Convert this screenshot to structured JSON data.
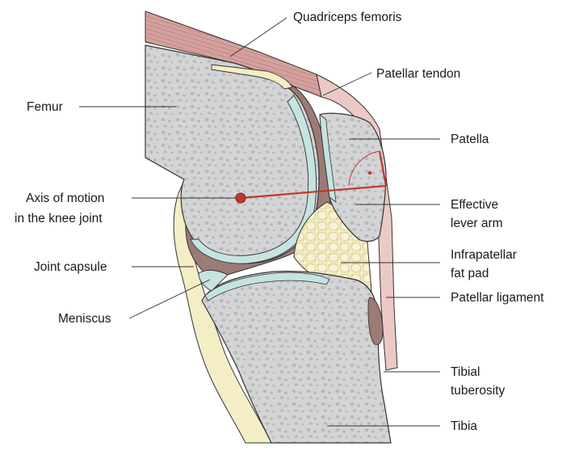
{
  "labels": {
    "quadriceps": "Quadriceps femoris",
    "patellar_tendon": "Patellar tendon",
    "femur": "Femur",
    "patella": "Patella",
    "axis_line1": "Axis of motion",
    "axis_line2": "in the knee joint",
    "lever_line1": "Effective",
    "lever_line2": "lever arm",
    "fat_pad_line1": "Infrapatellar",
    "fat_pad_line2": "fat pad",
    "joint_capsule": "Joint capsule",
    "patellar_ligament": "Patellar ligament",
    "meniscus": "Meniscus",
    "tibial_tuberosity_line1": "Tibial",
    "tibial_tuberosity_line2": "tuberosity",
    "tibia": "Tibia"
  },
  "colors": {
    "bone": "#d3d4d5",
    "bone_spots": "#b8b9bb",
    "cartilage": "#c6e3df",
    "synovial": "#9c7b76",
    "fat": "#f3ecc0",
    "capsule": "#f4eec6",
    "muscle": "#d7a9a6",
    "muscle_lines": "#b9706c",
    "tendon": "#ecc9c5",
    "lever": "#c0392b",
    "outline": "#333333"
  }
}
